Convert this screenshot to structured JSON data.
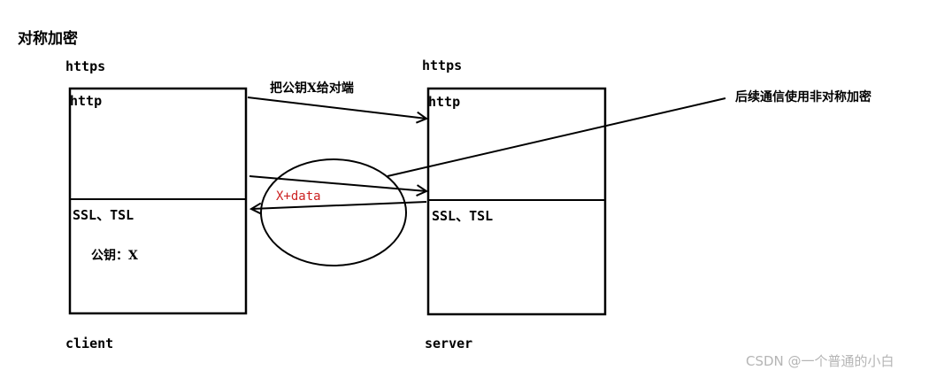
{
  "title": "对称加密",
  "client": {
    "outer_label": "https",
    "http_label": "http",
    "tls_label": "SSL、TSL",
    "pubkey_label": "公钥：X",
    "name": "client"
  },
  "server": {
    "outer_label": "https",
    "http_label": "http",
    "tls_label": "SSL、TSL",
    "name": "server"
  },
  "arrows": {
    "send_pubkey": "把公钥X给对端",
    "reply_data": "X+data",
    "note": "后续通信使用非对称加密"
  },
  "watermark": "CSDN @一个普通的小白",
  "colors": {
    "line": "#000000",
    "highlight": "#cc2222",
    "watermark": "#b5b5b5"
  }
}
